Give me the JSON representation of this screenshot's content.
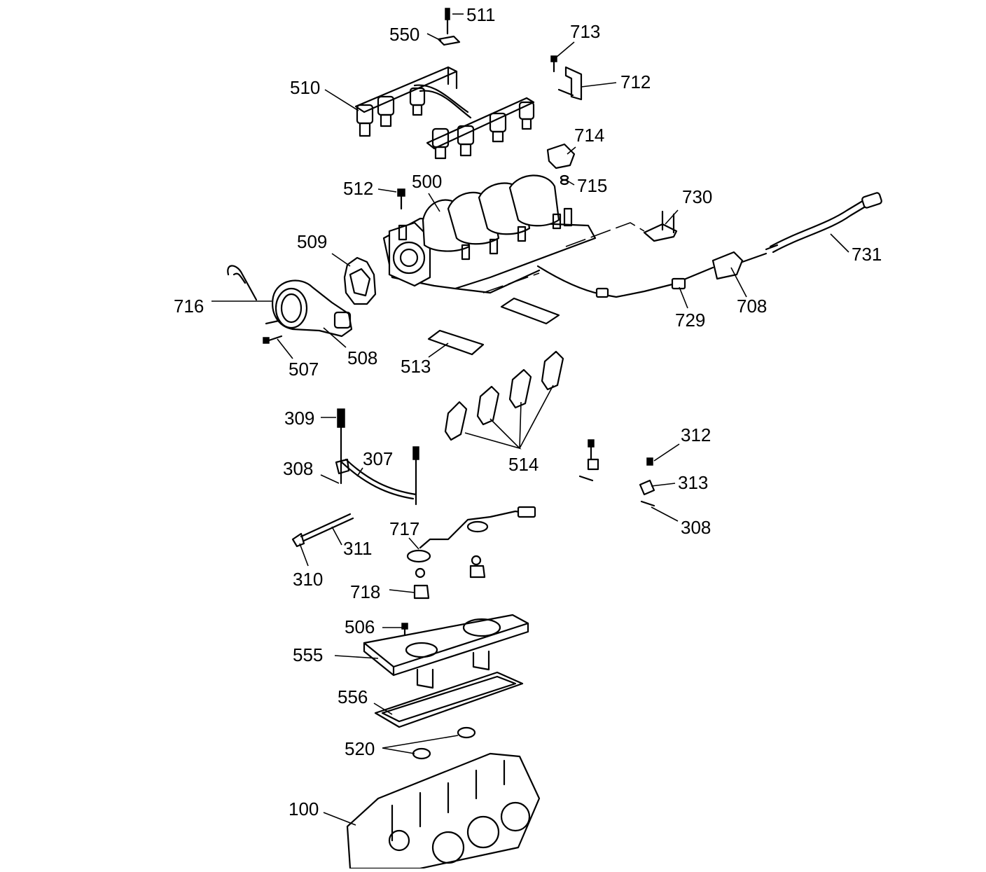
{
  "diagram": {
    "callouts": [
      "511",
      "550",
      "713",
      "510",
      "712",
      "714",
      "512",
      "500",
      "715",
      "730",
      "509",
      "731",
      "716",
      "708",
      "729",
      "508",
      "507",
      "513",
      "514",
      "309",
      "312",
      "307",
      "308",
      "313",
      "308",
      "717",
      "311",
      "310",
      "718",
      "506",
      "555",
      "556",
      "520",
      "100"
    ]
  }
}
